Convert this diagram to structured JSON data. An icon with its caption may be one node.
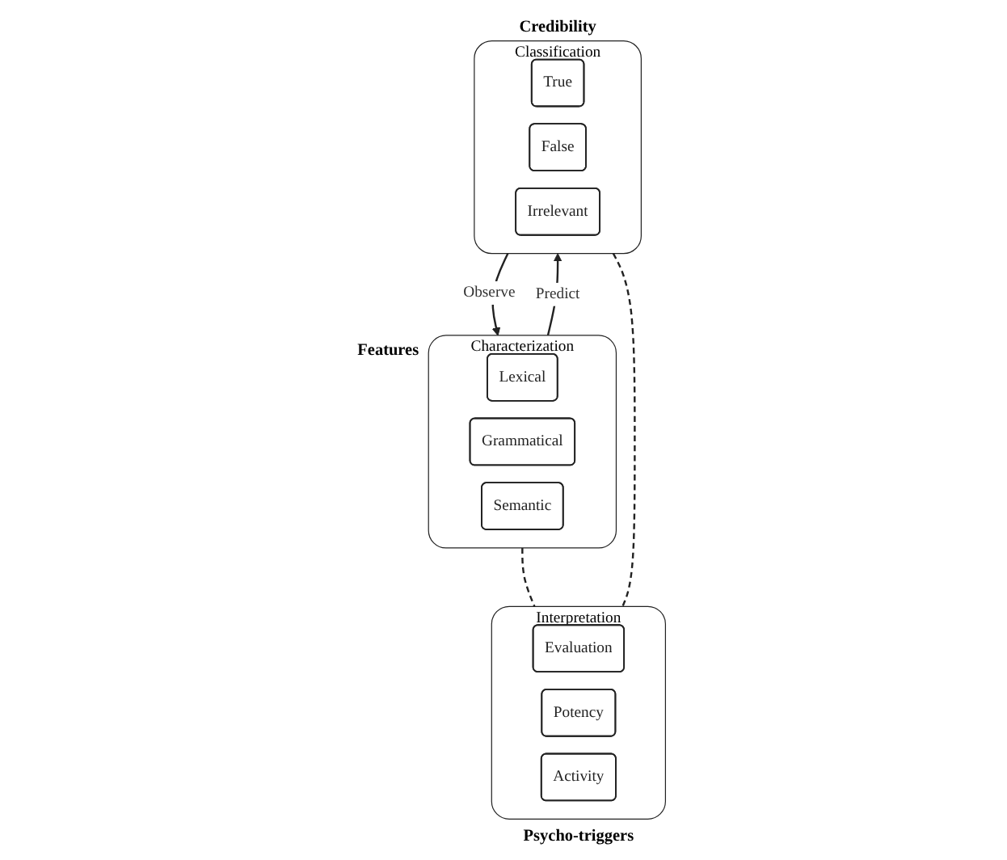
{
  "diagram": {
    "nodes": [
      {
        "text": [
          "Characterization"
        ],
        "beside": [
          "Features"
        ]
      },
      {
        "text": [
          "Lexical"
        ],
        "in": 0
      },
      {
        "text": [
          "Grammatical"
        ],
        "in": 0
      },
      {
        "text": [
          "Semantic"
        ],
        "in": 0
      },
      {
        "text": [
          "Classification"
        ],
        "beside": [
          "Credibility"
        ]
      },
      {
        "text": [
          "True"
        ],
        "in": 4
      },
      {
        "text": [
          "False"
        ],
        "in": 4
      },
      {
        "text": [
          "Irrelevant"
        ],
        "in": 4
      },
      {
        "text": [
          "Interpretation"
        ],
        "beside": [
          "Psycho-triggers"
        ]
      },
      {
        "text": [
          "Evaluation"
        ],
        "in": 8
      },
      {
        "text": [
          "Potency"
        ],
        "in": 8
      },
      {
        "text": [
          "Activity"
        ],
        "in": 8
      }
    ],
    "edges": [
      {
        "from": 0,
        "to": 4,
        "arrow": "to",
        "label": "Predict"
      },
      {
        "from": 4,
        "to": 0,
        "arrow": "to",
        "label": "Observe"
      },
      {
        "from": 0,
        "to": 8,
        "arrow": "none",
        "style": "dashed"
      },
      {
        "from": 4,
        "to": 8,
        "arrow": "none",
        "style": "dashed"
      }
    ]
  }
}
